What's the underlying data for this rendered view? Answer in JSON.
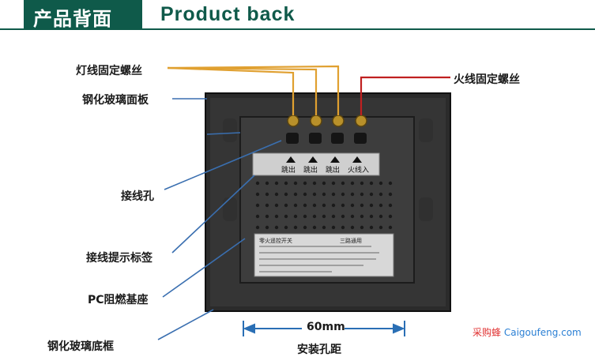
{
  "header": {
    "title_cn": "产品背面",
    "title_en": "Product back"
  },
  "labels": {
    "lamp_screw": "灯线固定螺丝",
    "live_screw": "火线固定螺丝",
    "glass_panel": "钢化玻璃面板",
    "wiring_hole": "接线孔",
    "wiring_label": "接线提示标签",
    "pc_base": "PC阻燃基座",
    "glass_frame": "钢化玻璃底框"
  },
  "terminals": {
    "out1": "跳出",
    "out2": "跳出",
    "out3": "跳出",
    "live_in": "火线入"
  },
  "sticker": {
    "title": "零火遥控开关",
    "note": "三路通用"
  },
  "dimension": {
    "value": "60mm",
    "caption": "安装孔距"
  },
  "watermark": {
    "cn": "采购蜂",
    "en": "Caigoufeng.com"
  },
  "colors": {
    "brand_green": "#0f5a4a",
    "lamp_wire": "#e0a030",
    "live_wire": "#c02020",
    "callout_line": "#3a6fb0"
  }
}
